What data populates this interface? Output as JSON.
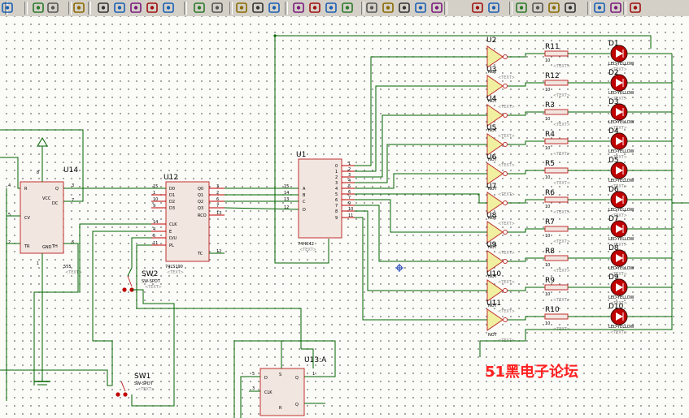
{
  "toolbar": {
    "buttons": [
      "panel-icon",
      "refresh-icon",
      "grid-icon",
      "origin-icon",
      "pan-icon",
      "zoom-in-icon",
      "zoom-out-icon",
      "zoom-all-icon",
      "zoom-area-icon",
      "undo-icon",
      "redo-icon",
      "cut-icon",
      "copy-icon",
      "paste-icon",
      "block-copy-icon",
      "block-move-icon",
      "block-rotate-icon",
      "block-delete-icon",
      "pick-device-icon",
      "make-device-icon",
      "packaging-icon",
      "decompose-icon",
      "wire-autorouter-icon",
      "search-icon",
      "property-tool-icon",
      "design-explorer-icon",
      "new-sheet-icon",
      "remove-sheet-icon",
      "goto-sheet-icon",
      "export-icon",
      "netlist-icon",
      "bill-of-materials-icon"
    ]
  },
  "schematic": {
    "watermark": "51黑电子论坛",
    "u14": {
      "ref": "U14",
      "part": "555",
      "text": "<TEXT>",
      "pins": {
        "r": "R",
        "q": "Q",
        "vcc": "VCC",
        "dc": "DC",
        "cv": "CV",
        "tr": "TR",
        "gnd": "GND",
        "th": "TH"
      },
      "pin_numbers": {
        "r": "4",
        "q": "3",
        "dc": "7",
        "cv": "5",
        "tr": "2",
        "th": "6",
        "vcc": "8",
        "gnd": "1"
      }
    },
    "u12": {
      "ref": "U12",
      "part": "74LS190",
      "text": "<TEXT>",
      "left_pins": [
        "D0",
        "D1",
        "D2",
        "D3",
        "CLK",
        "E",
        "D/U",
        "PL"
      ],
      "left_nums": [
        "15",
        "1",
        "10",
        "9",
        "14",
        "4",
        "5",
        "11"
      ],
      "right_pins": [
        "Q0",
        "Q1",
        "Q2",
        "Q3",
        "RCO",
        "TC"
      ],
      "right_nums": [
        "3",
        "2",
        "6",
        "7",
        "13",
        "12"
      ]
    },
    "u1": {
      "ref": "U1",
      "part": "74HC42",
      "text": "<TEXT>",
      "left_pins": [
        "A",
        "B",
        "C",
        "D"
      ],
      "left_nums": [
        "15",
        "14",
        "13",
        "12"
      ],
      "right_pins": [
        "0",
        "1",
        "2",
        "3",
        "4",
        "5",
        "6",
        "7",
        "8",
        "9"
      ],
      "right_nums": [
        "1",
        "2",
        "3",
        "4",
        "5",
        "6",
        "7",
        "9",
        "10",
        "11"
      ]
    },
    "u13": {
      "ref": "U13:A",
      "pins": {
        "d": "D",
        "q": "Q",
        "clk": "CLK",
        "qbar": "Q",
        "s": "S",
        "r": "R"
      },
      "pin_numbers": {
        "d": "5",
        "clk": "3",
        "q": "1"
      }
    },
    "not_gates": [
      {
        "ref": "U2",
        "part": "NOT",
        "text": "<TEXT>"
      },
      {
        "ref": "U3",
        "part": "NOT",
        "text": "<TEXT>"
      },
      {
        "ref": "U4",
        "part": "NOT",
        "text": "<TEXT>"
      },
      {
        "ref": "U5",
        "part": "NOT",
        "text": "<TEXT>"
      },
      {
        "ref": "U6",
        "part": "NOT",
        "text": "<TEXT>"
      },
      {
        "ref": "U7",
        "part": "NOT",
        "text": "<TEXT>"
      },
      {
        "ref": "U8",
        "part": "NOT",
        "text": "<TEXT>"
      },
      {
        "ref": "U9",
        "part": "NOT",
        "text": "<TEXT>"
      },
      {
        "ref": "U10",
        "part": "NOT",
        "text": "<TEXT>"
      },
      {
        "ref": "U11",
        "part": "NOT",
        "text": "<TEXT>"
      }
    ],
    "resistors": [
      {
        "ref": "R11",
        "value": "10",
        "text": "<TEXT>"
      },
      {
        "ref": "R12",
        "value": "10",
        "text": "<TEXT>"
      },
      {
        "ref": "R3",
        "value": "10",
        "text": "<TEXT>"
      },
      {
        "ref": "R4",
        "value": "10",
        "text": "<TEXT>"
      },
      {
        "ref": "R5",
        "value": "10",
        "text": "<TEXT>"
      },
      {
        "ref": "R6",
        "value": "10",
        "text": "<TEXT>"
      },
      {
        "ref": "R7",
        "value": "10",
        "text": "<TEXT>"
      },
      {
        "ref": "R8",
        "value": "10",
        "text": "<TEXT>"
      },
      {
        "ref": "R9",
        "value": "10",
        "text": "<TEXT>"
      },
      {
        "ref": "R10",
        "value": "10",
        "text": "<TEXT>"
      }
    ],
    "leds": [
      {
        "ref": "D1",
        "part": "LED-YELLOW",
        "text": "<TEXT>"
      },
      {
        "ref": "D2",
        "part": "LED-YELLOW",
        "text": "<TEXT>"
      },
      {
        "ref": "D3",
        "part": "LED-YELLOW",
        "text": "<TEXT>"
      },
      {
        "ref": "D4",
        "part": "LED-YELLOW",
        "text": "<TEXT>"
      },
      {
        "ref": "D5",
        "part": "LED-YELLOW",
        "text": "<TEXT>"
      },
      {
        "ref": "D6",
        "part": "LED-YELLOW",
        "text": "<TEXT>"
      },
      {
        "ref": "D7",
        "part": "LED-YELLOW",
        "text": "<TEXT>"
      },
      {
        "ref": "D8",
        "part": "LED-YELLOW",
        "text": "<TEXT>"
      },
      {
        "ref": "D9",
        "part": "LED-YELLOW",
        "text": "<TEXT>"
      },
      {
        "ref": "D10",
        "part": "LED-YELLOW",
        "text": "<TEXT>"
      }
    ],
    "switches": [
      {
        "ref": "SW2",
        "part": "SW-SPDT",
        "text": "<TEXT>"
      },
      {
        "ref": "SW1",
        "part": "SW-SPDT",
        "text": "<TEXT>"
      }
    ],
    "colors": {
      "wire": "#006400",
      "body": "#c03030",
      "fill": "#f2e6e0",
      "gate": "#f0f0a0",
      "led": "#c00000",
      "pin": "#c00000",
      "watermark": "#ff2020",
      "label": "#000000"
    }
  }
}
